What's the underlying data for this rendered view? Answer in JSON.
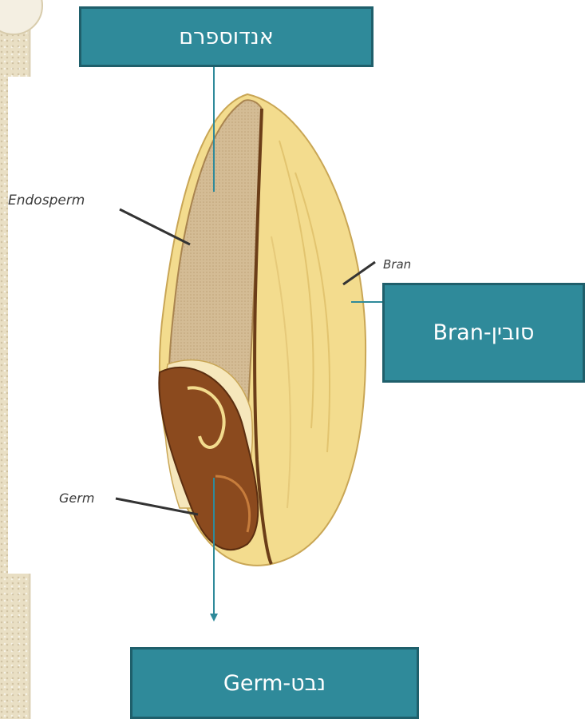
{
  "labels": {
    "endosperm_hebrew": "אנדוספרם",
    "bran": "Bran-סובין",
    "germ": "Germ-נבט"
  },
  "image_labels": {
    "endosperm": "Endosperm",
    "bran": "Bran",
    "germ": "Germ"
  },
  "colors": {
    "label_fill": "#2f8a9a",
    "label_border": "#1f5f6b",
    "connector": "#2f8a9a",
    "bran_yellow": "#f3dc8e",
    "endosperm_tan": "#c8ad86",
    "germ_brown": "#8b4a1e"
  }
}
